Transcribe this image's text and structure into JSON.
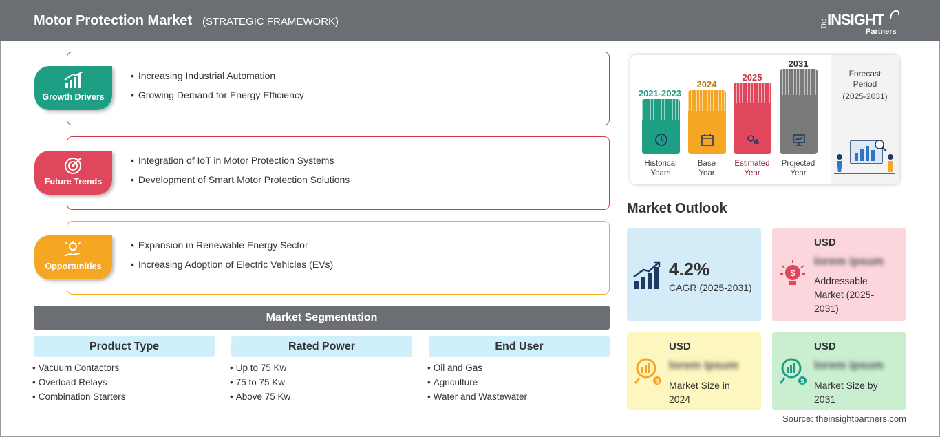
{
  "header": {
    "title": "Motor Protection Market",
    "subtitle": "(STRATEGIC FRAMEWORK)",
    "logo": {
      "the": "The",
      "main": "INSIGHT",
      "partners": "Partners"
    }
  },
  "framework": {
    "drivers": {
      "label": "Growth Drivers",
      "icon": "bar-chart-up-icon",
      "items": [
        "Increasing Industrial Automation",
        "Growing Demand for Energy Efficiency"
      ]
    },
    "trends": {
      "label": "Future Trends",
      "icon": "target-icon",
      "items": [
        "Integration of IoT in Motor Protection Systems",
        "Development of Smart Motor Protection Solutions"
      ]
    },
    "opportunities": {
      "label": "Opportunities",
      "icon": "lightbulb-hand-icon",
      "items": [
        "Expansion in Renewable Energy Sector",
        "Increasing Adoption of Electric Vehicles (EVs)"
      ]
    }
  },
  "segmentation": {
    "title": "Market Segmentation",
    "columns": [
      {
        "header": "Product Type",
        "items": [
          "Vacuum Contactors",
          "Overload Relays",
          "Combination Starters"
        ]
      },
      {
        "header": "Rated Power",
        "items": [
          "Up to 75 Kw",
          "75 to 75 Kw",
          "Above 75 Kw"
        ]
      },
      {
        "header": "End User",
        "items": [
          "Oil and Gas",
          "Agriculture",
          "Water and Wastewater"
        ]
      }
    ]
  },
  "timeline": {
    "historical": {
      "year": "2021-2023",
      "label_1": "Historical",
      "label_2": "Years",
      "color": "#1e9e82"
    },
    "base": {
      "year": "2024",
      "label_1": "Base",
      "label_2": "Year",
      "color": "#f5a623"
    },
    "estimated": {
      "year": "2025",
      "label_1": "Estimated",
      "label_2": "Year",
      "color": "#e0475c"
    },
    "projected": {
      "year": "2031",
      "label_1": "Projected",
      "label_2": "Year",
      "color": "#7a7a7a"
    },
    "forecast": {
      "line_1": "Forecast",
      "line_2": "Period",
      "line_3": "(2025-2031)"
    }
  },
  "outlook": {
    "title": "Market Outlook",
    "cagr": {
      "value": "4.2%",
      "label": "CAGR (2025-2031)"
    },
    "addressable": {
      "currency": "USD",
      "blurred": "lorem ipsum",
      "label_1": "Addressable",
      "label_2": "Market (2025-",
      "label_3": "2031)"
    },
    "size_2024": {
      "currency": "USD",
      "blurred": "lorem ipsum",
      "label_1": "Market Size in",
      "label_2": "2024"
    },
    "size_2031": {
      "currency": "USD",
      "blurred": "lorem ipsum",
      "label_1": "Market Size by",
      "label_2": "2031"
    }
  },
  "source": "Source: theinsightpartners.com",
  "colors": {
    "header": "#6b6e73",
    "green": "#1e9e82",
    "red": "#e0475c",
    "orange": "#f5a623",
    "navy": "#1f3b63"
  }
}
